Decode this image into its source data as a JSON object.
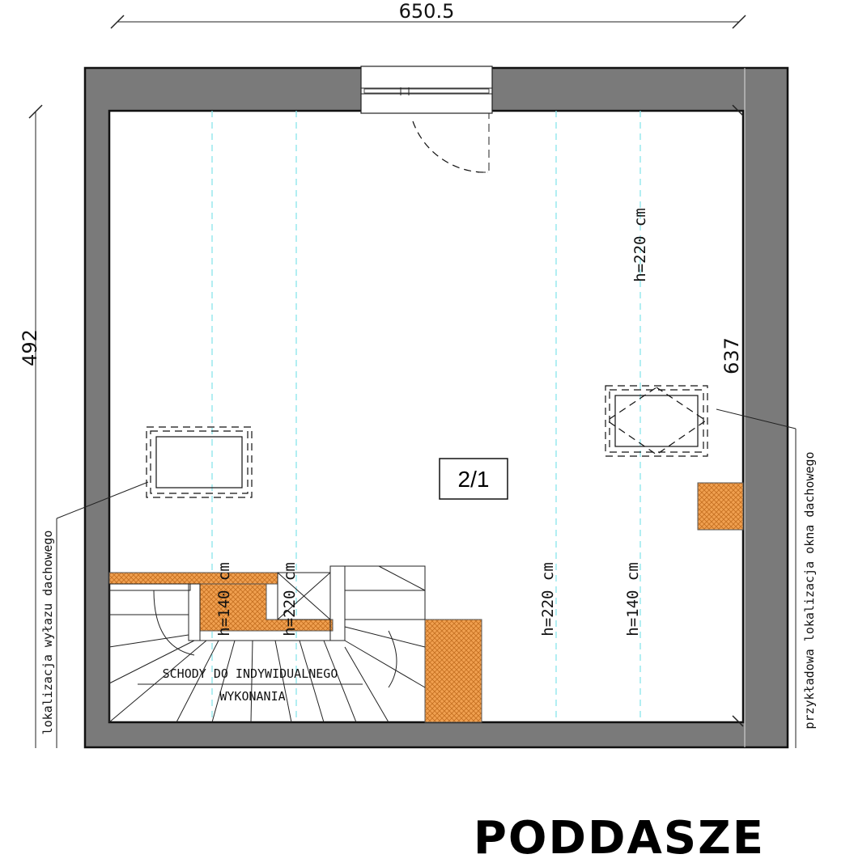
{
  "dimensions": {
    "top_width": "650.5",
    "left_height": "492",
    "right_height": "637"
  },
  "room_label": "2/1",
  "height_labels": {
    "upper_right": "h=220 cm",
    "center": "h=220 cm",
    "right": "h=140 cm",
    "stairs_left": "h=140 cm",
    "stairs_right": "h=220 cm"
  },
  "annotations": {
    "vent_location": "lokalizacja wyłazu dachowego",
    "window_location": "przykładowa lokalizacja okna dachowego",
    "stairs_line1": "SCHODY DO INDYWIDUALNEGO",
    "stairs_line2": "WYKONANIA"
  },
  "title": "PODDASZE",
  "colors": {
    "wall": "#7a7a7a",
    "hatch": "#f0a050",
    "ceiling_lines": "#7fe3ea"
  }
}
